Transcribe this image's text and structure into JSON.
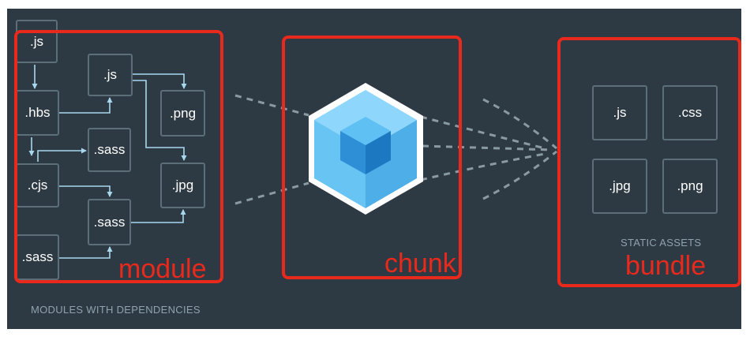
{
  "colors": {
    "background": "#2e3a43",
    "node_border": "#5c6e78",
    "connector": "#a9d8ee",
    "highlight": "#e8291c",
    "cube_light": "#8ed6fb",
    "cube_dark": "#1c78c0"
  },
  "modules": {
    "caption": "MODULES WITH DEPENDENCIES",
    "nodes": {
      "js_top": ".js",
      "hbs": ".hbs",
      "cjs": ".cjs",
      "sass_bottom": ".sass",
      "js_mid": ".js",
      "sass_mid": ".sass",
      "sass_low": ".sass",
      "png": ".png",
      "jpg": ".jpg"
    }
  },
  "logo": {
    "icon": "webpack-cube-icon"
  },
  "assets": {
    "caption": "STATIC ASSETS",
    "files": [
      ".js",
      ".css",
      ".jpg",
      ".png"
    ]
  },
  "annotations": {
    "module": "module",
    "chunk": "chunk",
    "bundle": "bundle"
  }
}
